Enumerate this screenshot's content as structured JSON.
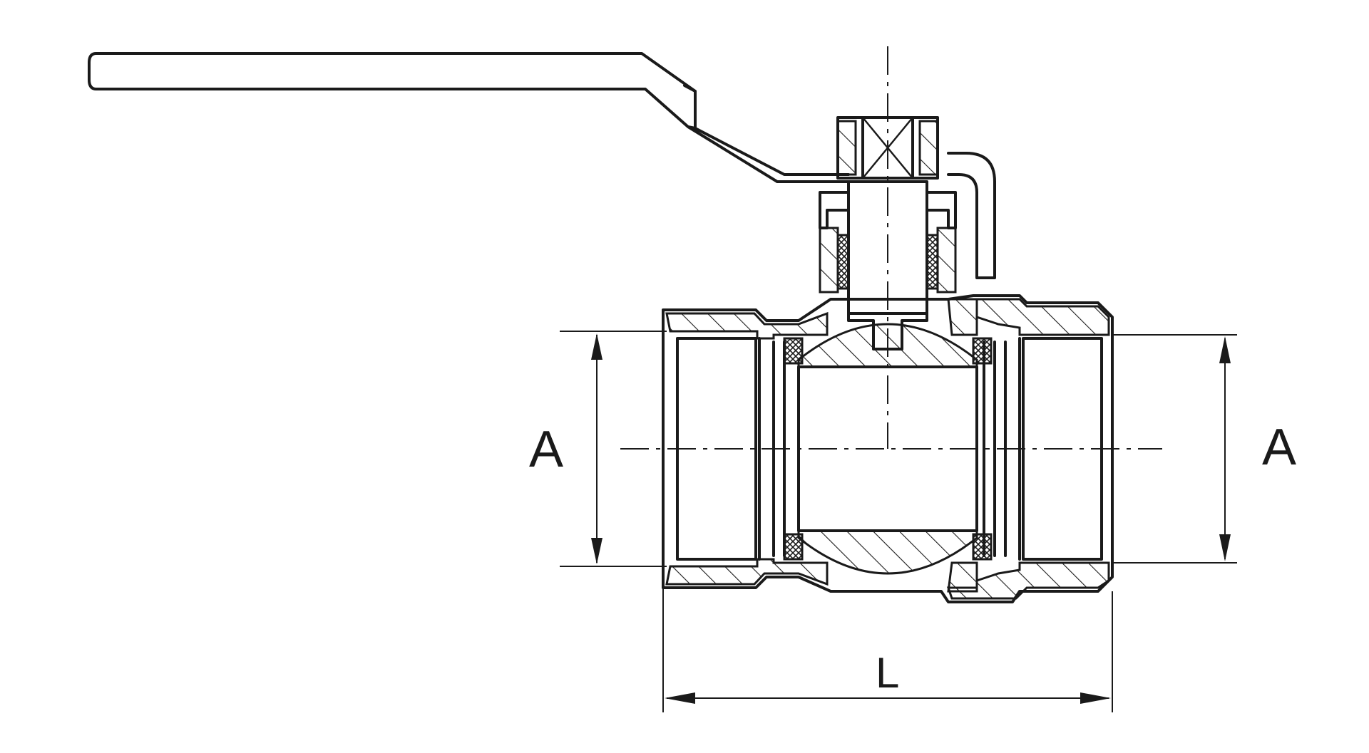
{
  "dimensions": {
    "left_bore": "A",
    "right_bore": "A",
    "length": "L"
  }
}
